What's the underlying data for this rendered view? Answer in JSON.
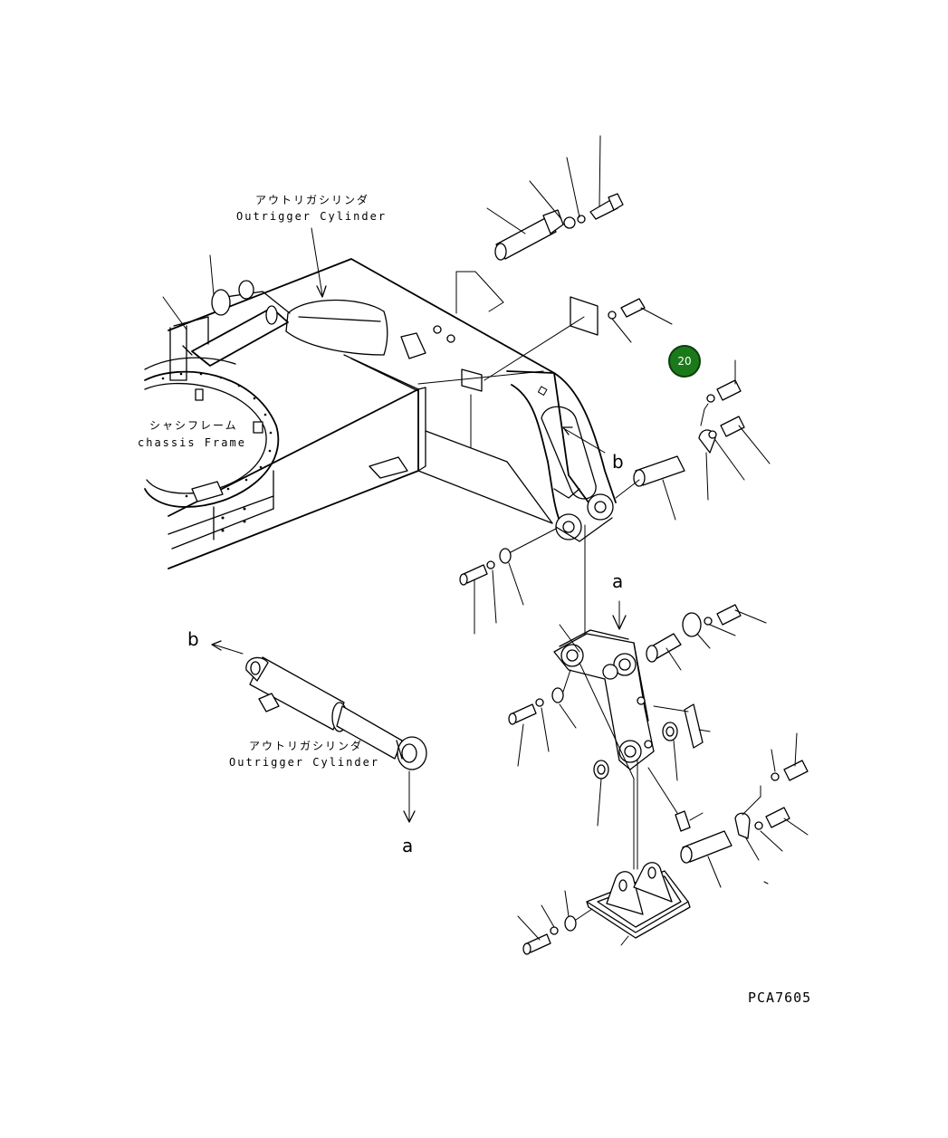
{
  "labels": {
    "cylinder_top_jp": "アウトリガシリンダ",
    "cylinder_top_en": "Outrigger Cylinder",
    "chassis_jp": "シャシフレーム",
    "chassis_en": "chassis Frame",
    "cylinder_bottom_jp": "アウトリガシリンダ",
    "cylinder_bottom_en": "Outrigger Cylinder"
  },
  "references": {
    "b_on_arm": "b",
    "a_on_link": "a",
    "b_on_cylinder": "b",
    "a_on_cylinder": "a"
  },
  "callout": {
    "number": "20",
    "color": "#1a7a1a"
  },
  "drawing_code": "PCA7605"
}
